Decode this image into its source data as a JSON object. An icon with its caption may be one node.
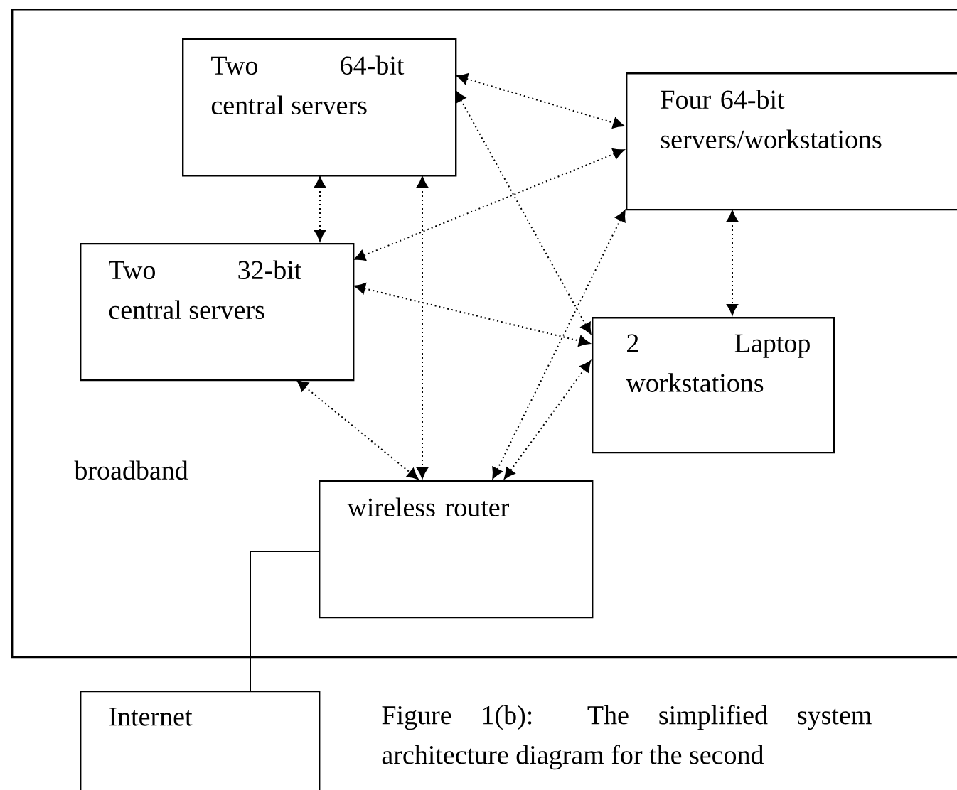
{
  "diagram": {
    "caption": "Figure 1(b): The simplified system architecture diagram for the second",
    "nodes": [
      {
        "text": [
          "broadband"
        ]
      },
      {
        "text": [
          "Two 64-bit central servers"
        ],
        "in": 0
      },
      {
        "text": [
          "Four 64-bit servers/workstations"
        ],
        "in": 0
      },
      {
        "text": [
          "Two 32-bit central servers"
        ],
        "in": 0
      },
      {
        "text": [
          "2 Laptop workstations"
        ],
        "in": 0
      },
      {
        "text": [
          "wireless router"
        ],
        "in": 0
      },
      {
        "text": [
          "Internet"
        ]
      }
    ],
    "edges": [
      {
        "from": 1,
        "to": 2,
        "arrow": "both",
        "style": "dashed"
      },
      {
        "from": 1,
        "to": 4,
        "arrow": "both",
        "style": "dashed"
      },
      {
        "from": 1,
        "to": 3,
        "arrow": "both",
        "style": "dashed"
      },
      {
        "from": 1,
        "to": 5,
        "arrow": "both",
        "style": "dashed"
      },
      {
        "from": 2,
        "to": 3,
        "arrow": "both",
        "style": "dashed"
      },
      {
        "from": 2,
        "to": 4,
        "arrow": "both",
        "style": "dashed"
      },
      {
        "from": 2,
        "to": 5,
        "arrow": "both",
        "style": "dashed"
      },
      {
        "from": 3,
        "to": 4,
        "arrow": "both",
        "style": "dashed"
      },
      {
        "from": 3,
        "to": 5,
        "arrow": "both",
        "style": "dashed"
      },
      {
        "from": 4,
        "to": 5,
        "arrow": "both",
        "style": "dashed"
      },
      {
        "from": 5,
        "to": 6,
        "arrow": "none"
      }
    ]
  }
}
